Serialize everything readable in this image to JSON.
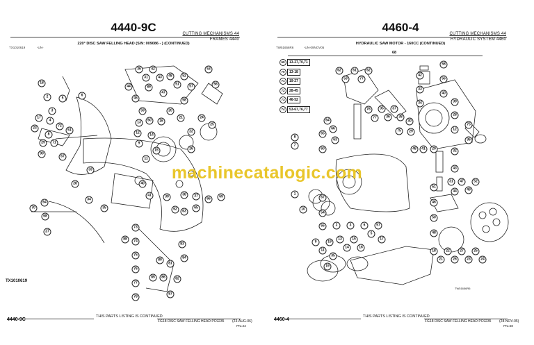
{
  "watermark": "machinecatalogic.com",
  "left": {
    "title": "4440-9C",
    "section": "CUTTING MECHANISMS    44",
    "group": "FRAMES 4440",
    "subtitle": "220° DISC SAW FELLING HEAD  (S/N: 009086 -        ) (CONTINUED)",
    "fig_code": "TX1010619",
    "fig_un": "-UN-",
    "fig_label": "TX1010619",
    "footer_id": "4440-9C",
    "continued": "THIS PARTS LISTING IS CONTINUED",
    "footer_info": "FG18 DISC SAW FELLING HEAD   PC9235",
    "footer_date": "(23-AUG-06)",
    "footer_pn": "PN=22",
    "callouts": [
      "18",
      "2",
      "3",
      "5",
      "4",
      "6",
      "64",
      "73",
      "74",
      "75",
      "76",
      "77",
      "78",
      "23",
      "17",
      "29",
      "8",
      "71",
      "72",
      "67",
      "61",
      "70",
      "68",
      "27",
      "28",
      "33",
      "34",
      "35",
      "36",
      "31",
      "42",
      "43",
      "44",
      "45",
      "47",
      "48",
      "51",
      "52",
      "53",
      "56",
      "57",
      "58",
      "59",
      "60",
      "13",
      "12",
      "9",
      "11",
      "14",
      "15",
      "16",
      "20",
      "21",
      "22",
      "24",
      "25",
      "26",
      "37",
      "38",
      "39",
      "40",
      "41",
      "62",
      "63",
      "65",
      "66",
      "69",
      "80",
      "81",
      "82",
      "83",
      "84",
      "85",
      "86",
      "87",
      "88",
      "89",
      "90"
    ]
  },
  "right": {
    "title": "4460-4",
    "section": "CUTTING MECHANISMS    44",
    "group": "HYDRAULIC SYSTEM 4460",
    "subtitle": "HYDRAULIC SAW MOTOR - 160CC (CONTINUED)",
    "fig_code": "TW51656R6",
    "fig_un": "-UN-09NOV05",
    "fig_label": "TW51656R6",
    "top_callout": "68",
    "legend": [
      {
        "num": "69",
        "range": "13-27,70,71"
      },
      {
        "num": "70",
        "range": "13-18"
      },
      {
        "num": "71",
        "range": "19-27"
      },
      {
        "num": "72",
        "range": "28-45"
      },
      {
        "num": "73",
        "range": "46-52"
      },
      {
        "num": "74",
        "range": "53-67,76,77"
      }
    ],
    "footer_id": "4460-4",
    "continued": "THIS PARTS LISTING IS CONTINUED",
    "footer_info": "FG18 DISC SAW FELLING HEAD   PC9235",
    "footer_date": "(28-NOV-05)",
    "footer_pn": "PN=58",
    "callouts": [
      "64",
      "66",
      "62",
      "53",
      "61",
      "77",
      "62",
      "65",
      "60",
      "67",
      "54",
      "55",
      "63",
      "76",
      "77",
      "35",
      "36",
      "37",
      "38",
      "75",
      "8",
      "7",
      "1",
      "10",
      "9",
      "11",
      "19",
      "2",
      "3",
      "6",
      "5",
      "57",
      "58",
      "56",
      "40",
      "42",
      "33",
      "34",
      "39",
      "28",
      "12",
      "30",
      "29",
      "48",
      "41",
      "29",
      "32",
      "31",
      "44",
      "43",
      "51",
      "46",
      "50",
      "48",
      "47",
      "49",
      "52",
      "75",
      "36",
      "35",
      "13",
      "14",
      "15",
      "16",
      "17",
      "18",
      "21",
      "22",
      "26",
      "27",
      "23",
      "25",
      "24",
      "19"
    ]
  }
}
